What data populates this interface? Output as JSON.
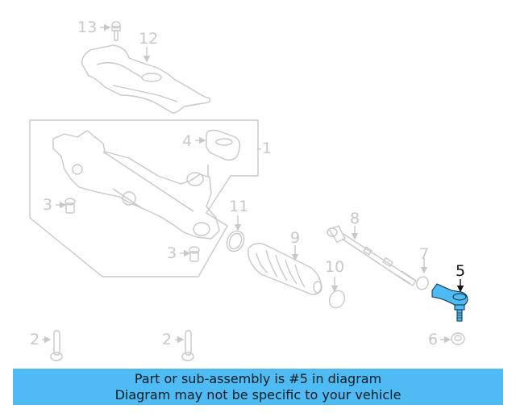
{
  "diagram": {
    "highlight_part": "5",
    "colors": {
      "line": "#c8c8c8",
      "highlight_fill": "#4fbbf4",
      "highlight_stroke": "#0a2a3a",
      "banner_bg": "#4fbbf4"
    },
    "callouts": [
      {
        "id": "13",
        "label": "13"
      },
      {
        "id": "12",
        "label": "12"
      },
      {
        "id": "4",
        "label": "4"
      },
      {
        "id": "1",
        "label": "-1"
      },
      {
        "id": "3a",
        "label": "3"
      },
      {
        "id": "3b",
        "label": "3"
      },
      {
        "id": "11",
        "label": "11"
      },
      {
        "id": "9",
        "label": "9"
      },
      {
        "id": "8",
        "label": "8"
      },
      {
        "id": "10",
        "label": "10"
      },
      {
        "id": "7",
        "label": "7"
      },
      {
        "id": "5",
        "label": "5"
      },
      {
        "id": "2a",
        "label": "2"
      },
      {
        "id": "2b",
        "label": "2"
      },
      {
        "id": "6",
        "label": "6"
      }
    ]
  },
  "banner": {
    "line1": "Part or sub-assembly is #5 in diagram",
    "line2": "Diagram may not be specific to your vehicle"
  }
}
